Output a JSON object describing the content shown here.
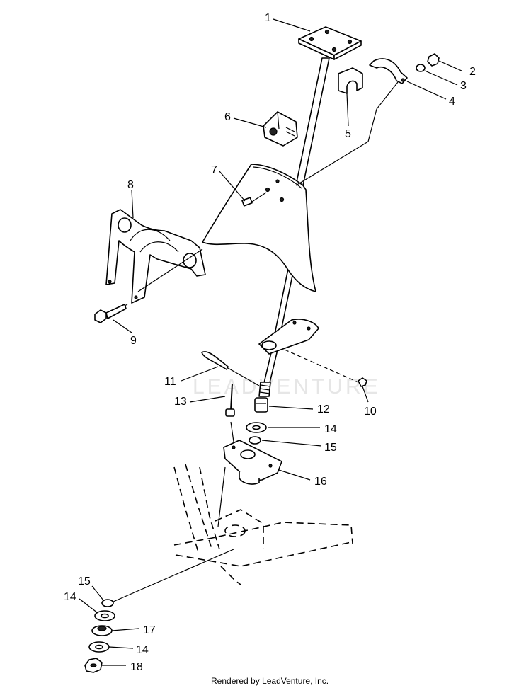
{
  "watermark": "LEADVENTURE",
  "footer": "Rendered by LeadVenture, Inc.",
  "callouts": [
    {
      "id": "c1",
      "label": "1"
    },
    {
      "id": "c2",
      "label": "2"
    },
    {
      "id": "c3",
      "label": "3"
    },
    {
      "id": "c4",
      "label": "4"
    },
    {
      "id": "c5",
      "label": "5"
    },
    {
      "id": "c6",
      "label": "6"
    },
    {
      "id": "c7",
      "label": "7"
    },
    {
      "id": "c8",
      "label": "8"
    },
    {
      "id": "c9",
      "label": "9"
    },
    {
      "id": "c10",
      "label": "10"
    },
    {
      "id": "c11",
      "label": "11"
    },
    {
      "id": "c12",
      "label": "12"
    },
    {
      "id": "c13",
      "label": "13"
    },
    {
      "id": "c14a",
      "label": "14"
    },
    {
      "id": "c15a",
      "label": "15"
    },
    {
      "id": "c16",
      "label": "16"
    },
    {
      "id": "c15b",
      "label": "15"
    },
    {
      "id": "c14b",
      "label": "14"
    },
    {
      "id": "c17",
      "label": "17"
    },
    {
      "id": "c14c",
      "label": "14"
    },
    {
      "id": "c18",
      "label": "18"
    }
  ]
}
